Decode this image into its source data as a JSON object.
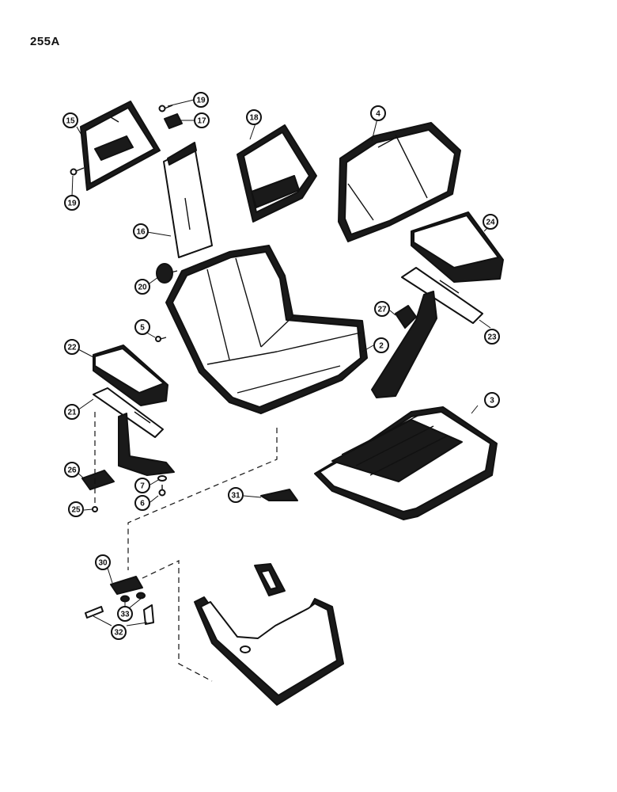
{
  "page_number": "255A",
  "callouts": {
    "c2": "2",
    "c3": "3",
    "c4": "4",
    "c5": "5",
    "c6": "6",
    "c7": "7",
    "c15": "15",
    "c16": "16",
    "c17": "17",
    "c18": "18",
    "c19a": "19",
    "c19b": "19",
    "c20": "20",
    "c21": "21",
    "c22": "22",
    "c23": "23",
    "c24": "24",
    "c25": "25",
    "c26": "26",
    "c27": "27",
    "c30": "30",
    "c31": "31",
    "c32": "32",
    "c33": "33"
  }
}
